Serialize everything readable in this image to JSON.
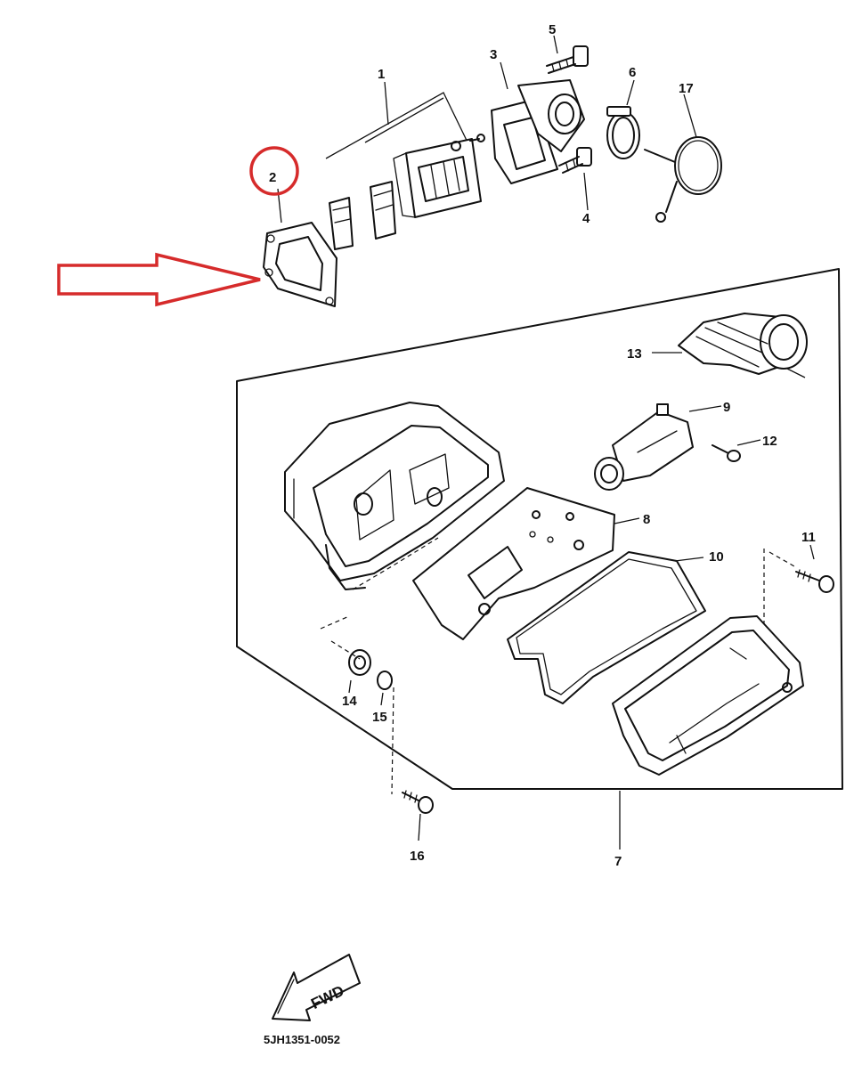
{
  "diagram": {
    "part_numbers": {
      "p1": "1",
      "p2": "2",
      "p3": "3",
      "p4": "4",
      "p5": "5",
      "p6": "6",
      "p7": "7",
      "p8": "8",
      "p9": "9",
      "p10": "10",
      "p11": "11",
      "p12": "12",
      "p13": "13",
      "p14": "14",
      "p15": "15",
      "p16": "16",
      "p17": "17"
    },
    "fwd_label": "FWD",
    "figure_code": "5JH1351-0052"
  },
  "annotations": {
    "circle_color": "#d62b2b",
    "arrow_color": "#d62b2b",
    "highlighted_part": "2"
  }
}
